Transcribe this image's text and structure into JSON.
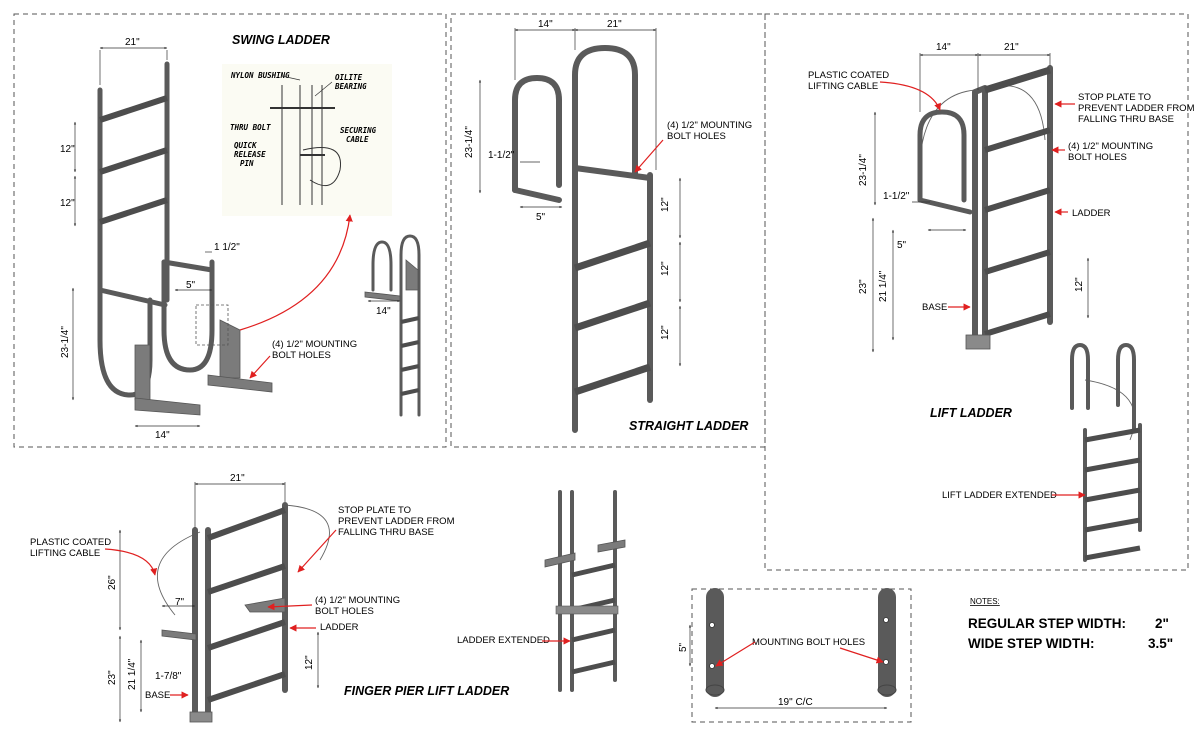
{
  "sections": {
    "swing": {
      "title": "SWING LADDER",
      "dims": {
        "width": "21\"",
        "step1": "12\"",
        "step2": "12\"",
        "height": "23-1/4\"",
        "offset": "1 1/2\"",
        "depth": "5\"",
        "base": "14\""
      },
      "callouts": {
        "holes": "(4) 1/2\" MOUNTING",
        "holes2": "BOLT HOLES"
      },
      "detail": {
        "bushing": "NYLON BUSHING",
        "oilite1": "OILITE",
        "oilite2": "BEARING",
        "thru": "THRU BOLT",
        "securing1": "SECURING",
        "securing2": "CABLE",
        "quick1": "QUICK",
        "quick2": "RELEASE",
        "quick3": "PIN"
      },
      "small_dim": "14\""
    },
    "straight": {
      "title": "STRAIGHT LADDER",
      "dims": {
        "left": "14\"",
        "right": "21\"",
        "height": "23-1/4\"",
        "offset": "1-1/2\"",
        "depth": "5\"",
        "s1": "12\"",
        "s2": "12\"",
        "s3": "12\""
      },
      "callouts": {
        "holes": "(4) 1/2\" MOUNTING",
        "holes2": "BOLT HOLES"
      }
    },
    "lift": {
      "title": "LIFT LADDER",
      "dims": {
        "left": "14\"",
        "right": "21\"",
        "height": "23-1/4\"",
        "offset": "1-1/2\"",
        "depth": "5\"",
        "base1": "23\"",
        "base2": "21 1/4\"",
        "step": "12\""
      },
      "callouts": {
        "cable1": "PLASTIC COATED",
        "cable2": "LIFTING CABLE",
        "stop1": "STOP PLATE TO",
        "stop2": "PREVENT LADDER FROM",
        "stop3": "FALLING THRU BASE",
        "holes": "(4) 1/2\" MOUNTING",
        "holes2": "BOLT HOLES",
        "ladder": "LADDER",
        "base": "BASE",
        "extended": "LIFT LADDER EXTENDED"
      }
    },
    "finger": {
      "title": "FINGER PIER LIFT LADDER",
      "dims": {
        "width": "21\"",
        "height": "26\"",
        "offset": "7\"",
        "base1": "23\"",
        "base2": "21 1/4\"",
        "small": "1-7/8\"",
        "step": "12\""
      },
      "callouts": {
        "cable1": "PLASTIC COATED",
        "cable2": "LIFTING CABLE",
        "stop1": "STOP PLATE TO",
        "stop2": "PREVENT LADDER FROM",
        "stop3": "FALLING THRU BASE",
        "holes": "(4) 1/2\" MOUNTING",
        "holes2": "BOLT HOLES",
        "ladder": "LADDER",
        "base": "BASE"
      }
    },
    "extended": {
      "label": "LADDER EXTENDED"
    },
    "bolt_detail": {
      "holes": "MOUNTING BOLT HOLES",
      "spacing": "19\" C/C",
      "vert": "5\""
    },
    "notes": {
      "heading": "NOTES:",
      "reg_label": "REGULAR STEP WIDTH:",
      "reg_value": "2\"",
      "wide_label": "WIDE STEP WIDTH:",
      "wide_value": "3.5\""
    }
  },
  "colors": {
    "leader": "#e02020",
    "metal": "#5a5a5a",
    "plate": "#7b7b7b"
  }
}
